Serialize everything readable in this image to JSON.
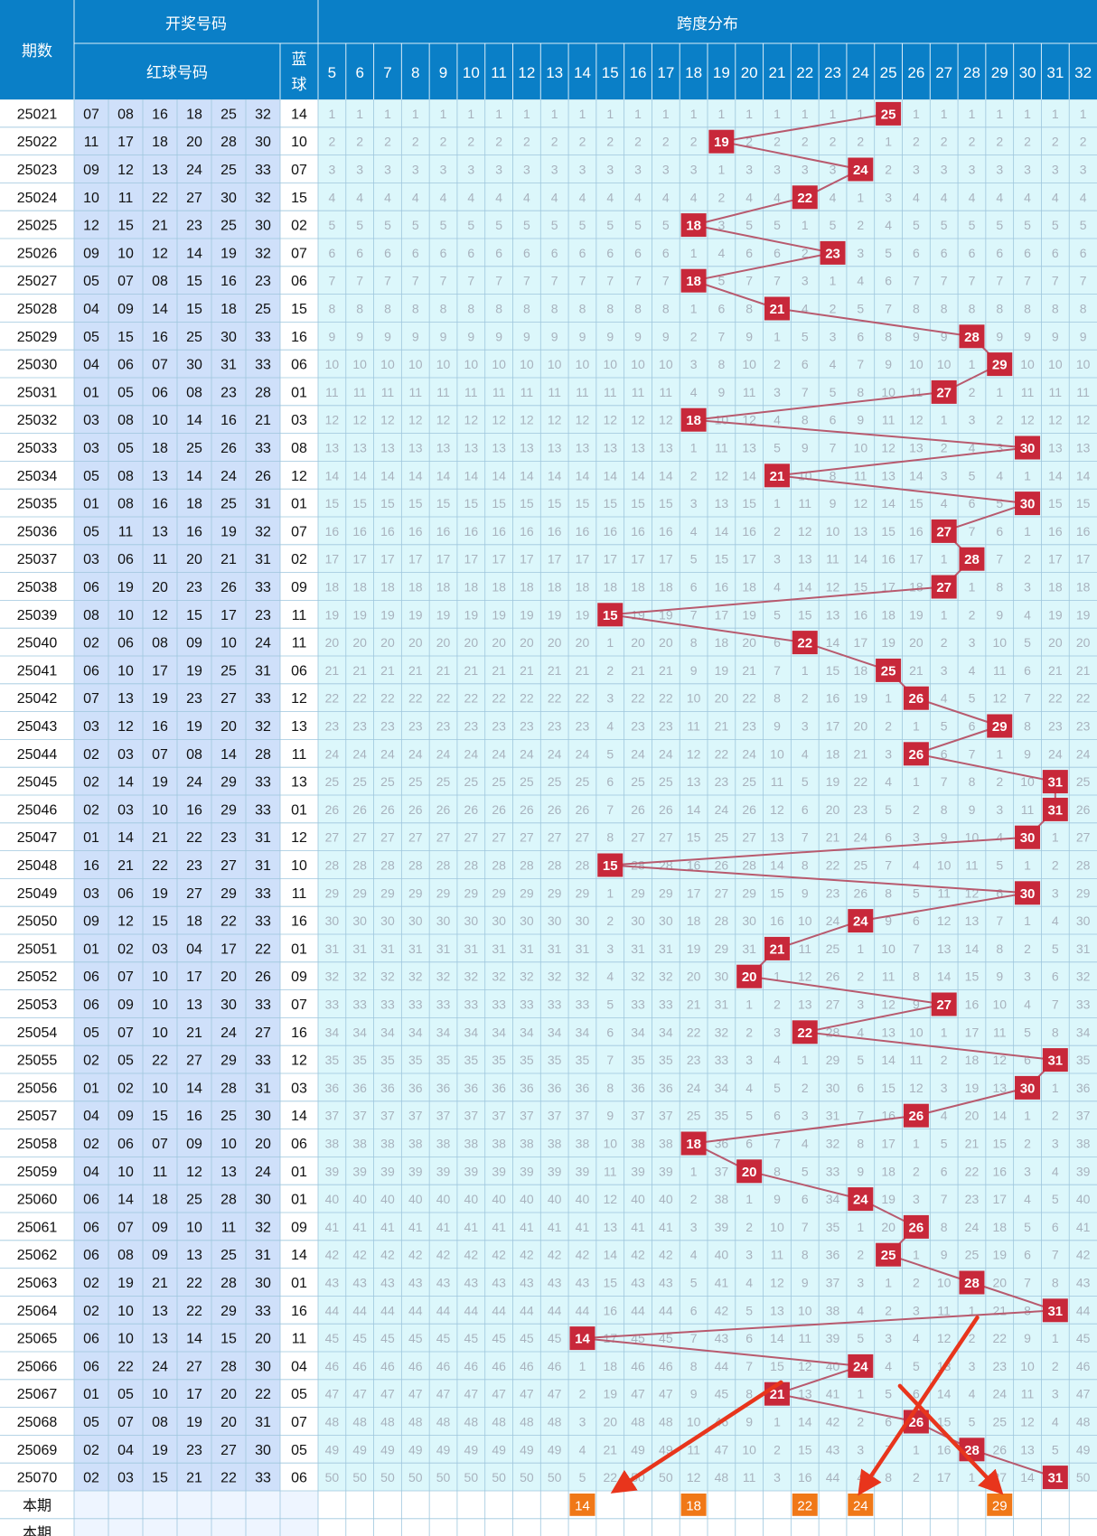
{
  "header": {
    "period_label": "期数",
    "draw_numbers_label": "开奖号码",
    "red_ball_label": "红球号码",
    "blue_ball_label": "蓝球",
    "span_dist_label": "跨度分布"
  },
  "span_columns": [
    5,
    6,
    7,
    8,
    9,
    10,
    11,
    12,
    13,
    14,
    15,
    16,
    17,
    18,
    19,
    20,
    21,
    22,
    23,
    24,
    25,
    26,
    27,
    28,
    29,
    30,
    31,
    32
  ],
  "footer": {
    "rows": [
      {
        "label": "本期",
        "highlighted_spans": [
          14,
          18,
          22,
          24,
          29
        ]
      },
      {
        "label": "本期",
        "highlighted_spans": []
      }
    ]
  },
  "colors": {
    "header_bg": "#0a7fc7",
    "red_ball_bg": "#cfe0fa",
    "grid_bg": "#dcf7fb",
    "hit_box": "#c8283a",
    "trend_line": "#b85a6e",
    "current_box": "#f07818",
    "arrow": "#e8351c"
  },
  "chart_data": {
    "type": "table",
    "x_axis": "span (跨度)",
    "rows": [
      {
        "period": "25021",
        "red": [
          "07",
          "08",
          "16",
          "18",
          "25",
          "32"
        ],
        "blue": "14",
        "span": 25
      },
      {
        "period": "25022",
        "red": [
          "11",
          "17",
          "18",
          "20",
          "28",
          "30"
        ],
        "blue": "10",
        "span": 19
      },
      {
        "period": "25023",
        "red": [
          "09",
          "12",
          "13",
          "24",
          "25",
          "33"
        ],
        "blue": "07",
        "span": 24
      },
      {
        "period": "25024",
        "red": [
          "10",
          "11",
          "22",
          "27",
          "30",
          "32"
        ],
        "blue": "15",
        "span": 22
      },
      {
        "period": "25025",
        "red": [
          "12",
          "15",
          "21",
          "23",
          "25",
          "30"
        ],
        "blue": "02",
        "span": 18
      },
      {
        "period": "25026",
        "red": [
          "09",
          "10",
          "12",
          "14",
          "19",
          "32"
        ],
        "blue": "07",
        "span": 23
      },
      {
        "period": "25027",
        "red": [
          "05",
          "07",
          "08",
          "15",
          "16",
          "23"
        ],
        "blue": "06",
        "span": 18
      },
      {
        "period": "25028",
        "red": [
          "04",
          "09",
          "14",
          "15",
          "18",
          "25"
        ],
        "blue": "15",
        "span": 21
      },
      {
        "period": "25029",
        "red": [
          "05",
          "15",
          "16",
          "25",
          "30",
          "33"
        ],
        "blue": "16",
        "span": 28
      },
      {
        "period": "25030",
        "red": [
          "04",
          "06",
          "07",
          "30",
          "31",
          "33"
        ],
        "blue": "06",
        "span": 29
      },
      {
        "period": "25031",
        "red": [
          "01",
          "05",
          "06",
          "08",
          "23",
          "28"
        ],
        "blue": "01",
        "span": 27
      },
      {
        "period": "25032",
        "red": [
          "03",
          "08",
          "10",
          "14",
          "16",
          "21"
        ],
        "blue": "03",
        "span": 18
      },
      {
        "period": "25033",
        "red": [
          "03",
          "05",
          "18",
          "25",
          "26",
          "33"
        ],
        "blue": "08",
        "span": 30
      },
      {
        "period": "25034",
        "red": [
          "05",
          "08",
          "13",
          "14",
          "24",
          "26"
        ],
        "blue": "12",
        "span": 21
      },
      {
        "period": "25035",
        "red": [
          "01",
          "08",
          "16",
          "18",
          "25",
          "31"
        ],
        "blue": "01",
        "span": 30
      },
      {
        "period": "25036",
        "red": [
          "05",
          "11",
          "13",
          "16",
          "19",
          "32"
        ],
        "blue": "07",
        "span": 27
      },
      {
        "period": "25037",
        "red": [
          "03",
          "06",
          "11",
          "20",
          "21",
          "31"
        ],
        "blue": "02",
        "span": 28
      },
      {
        "period": "25038",
        "red": [
          "06",
          "19",
          "20",
          "23",
          "26",
          "33"
        ],
        "blue": "09",
        "span": 27
      },
      {
        "period": "25039",
        "red": [
          "08",
          "10",
          "12",
          "15",
          "17",
          "23"
        ],
        "blue": "11",
        "span": 15
      },
      {
        "period": "25040",
        "red": [
          "02",
          "06",
          "08",
          "09",
          "10",
          "24"
        ],
        "blue": "11",
        "span": 22
      },
      {
        "period": "25041",
        "red": [
          "06",
          "10",
          "17",
          "19",
          "25",
          "31"
        ],
        "blue": "06",
        "span": 25
      },
      {
        "period": "25042",
        "red": [
          "07",
          "13",
          "19",
          "23",
          "27",
          "33"
        ],
        "blue": "12",
        "span": 26
      },
      {
        "period": "25043",
        "red": [
          "03",
          "12",
          "16",
          "19",
          "20",
          "32"
        ],
        "blue": "13",
        "span": 29
      },
      {
        "period": "25044",
        "red": [
          "02",
          "03",
          "07",
          "08",
          "14",
          "28"
        ],
        "blue": "11",
        "span": 26
      },
      {
        "period": "25045",
        "red": [
          "02",
          "14",
          "19",
          "24",
          "29",
          "33"
        ],
        "blue": "13",
        "span": 31
      },
      {
        "period": "25046",
        "red": [
          "02",
          "03",
          "10",
          "16",
          "29",
          "33"
        ],
        "blue": "01",
        "span": 31
      },
      {
        "period": "25047",
        "red": [
          "01",
          "14",
          "21",
          "22",
          "23",
          "31"
        ],
        "blue": "12",
        "span": 30
      },
      {
        "period": "25048",
        "red": [
          "16",
          "21",
          "22",
          "23",
          "27",
          "31"
        ],
        "blue": "10",
        "span": 15
      },
      {
        "period": "25049",
        "red": [
          "03",
          "06",
          "19",
          "27",
          "29",
          "33"
        ],
        "blue": "11",
        "span": 30
      },
      {
        "period": "25050",
        "red": [
          "09",
          "12",
          "15",
          "18",
          "22",
          "33"
        ],
        "blue": "16",
        "span": 24
      },
      {
        "period": "25051",
        "red": [
          "01",
          "02",
          "03",
          "04",
          "17",
          "22"
        ],
        "blue": "01",
        "span": 21
      },
      {
        "period": "25052",
        "red": [
          "06",
          "07",
          "10",
          "17",
          "20",
          "26"
        ],
        "blue": "09",
        "span": 20
      },
      {
        "period": "25053",
        "red": [
          "06",
          "09",
          "10",
          "13",
          "30",
          "33"
        ],
        "blue": "07",
        "span": 27
      },
      {
        "period": "25054",
        "red": [
          "05",
          "07",
          "10",
          "21",
          "24",
          "27"
        ],
        "blue": "16",
        "span": 22
      },
      {
        "period": "25055",
        "red": [
          "02",
          "05",
          "22",
          "27",
          "29",
          "33"
        ],
        "blue": "12",
        "span": 31
      },
      {
        "period": "25056",
        "red": [
          "01",
          "02",
          "10",
          "14",
          "28",
          "31"
        ],
        "blue": "03",
        "span": 30
      },
      {
        "period": "25057",
        "red": [
          "04",
          "09",
          "15",
          "16",
          "25",
          "30"
        ],
        "blue": "14",
        "span": 26
      },
      {
        "period": "25058",
        "red": [
          "02",
          "06",
          "07",
          "09",
          "10",
          "20"
        ],
        "blue": "06",
        "span": 18
      },
      {
        "period": "25059",
        "red": [
          "04",
          "10",
          "11",
          "12",
          "13",
          "24"
        ],
        "blue": "01",
        "span": 20
      },
      {
        "period": "25060",
        "red": [
          "06",
          "14",
          "18",
          "25",
          "28",
          "30"
        ],
        "blue": "01",
        "span": 24
      },
      {
        "period": "25061",
        "red": [
          "06",
          "07",
          "09",
          "10",
          "11",
          "32"
        ],
        "blue": "09",
        "span": 26
      },
      {
        "period": "25062",
        "red": [
          "06",
          "08",
          "09",
          "13",
          "25",
          "31"
        ],
        "blue": "14",
        "span": 25
      },
      {
        "period": "25063",
        "red": [
          "02",
          "19",
          "21",
          "22",
          "28",
          "30"
        ],
        "blue": "01",
        "span": 28
      },
      {
        "period": "25064",
        "red": [
          "02",
          "10",
          "13",
          "22",
          "29",
          "33"
        ],
        "blue": "16",
        "span": 31
      },
      {
        "period": "25065",
        "red": [
          "06",
          "10",
          "13",
          "14",
          "15",
          "20"
        ],
        "blue": "11",
        "span": 14
      },
      {
        "period": "25066",
        "red": [
          "06",
          "22",
          "24",
          "27",
          "28",
          "30"
        ],
        "blue": "04",
        "span": 24
      },
      {
        "period": "25067",
        "red": [
          "01",
          "05",
          "10",
          "17",
          "20",
          "22"
        ],
        "blue": "05",
        "span": 21
      },
      {
        "period": "25068",
        "red": [
          "05",
          "07",
          "08",
          "19",
          "20",
          "31"
        ],
        "blue": "07",
        "span": 26
      },
      {
        "period": "25069",
        "red": [
          "02",
          "04",
          "19",
          "23",
          "27",
          "30"
        ],
        "blue": "05",
        "span": 28
      },
      {
        "period": "25070",
        "red": [
          "02",
          "03",
          "15",
          "21",
          "22",
          "33"
        ],
        "blue": "06",
        "span": 31
      }
    ]
  }
}
